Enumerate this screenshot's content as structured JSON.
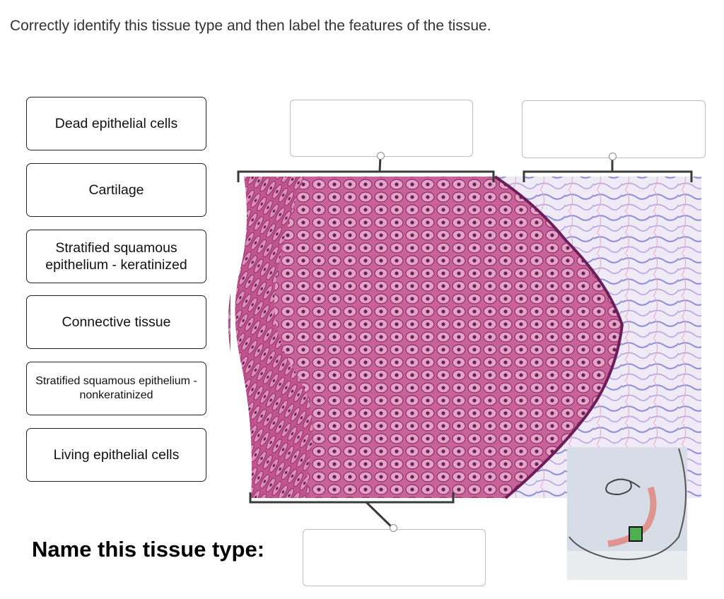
{
  "question": {
    "instructions": "Correctly identify this tissue type and then label the features of the tissue."
  },
  "labels": [
    {
      "text": "Dead epithelial cells"
    },
    {
      "text": "Cartilage"
    },
    {
      "text": "Stratified squamous epithelium - keratinized"
    },
    {
      "text": "Connective tissue"
    },
    {
      "text": "Stratified squamous epithelium - nonkeratinized"
    },
    {
      "text": "Living epithelial cells"
    }
  ],
  "name_prompt": "Name this tissue type:",
  "colors": {
    "tissue_pink": "#b5427d",
    "connective_blue": "#8f8fd8",
    "bracket": "#3a3a3a",
    "inset_bg": "#d6dde6"
  }
}
